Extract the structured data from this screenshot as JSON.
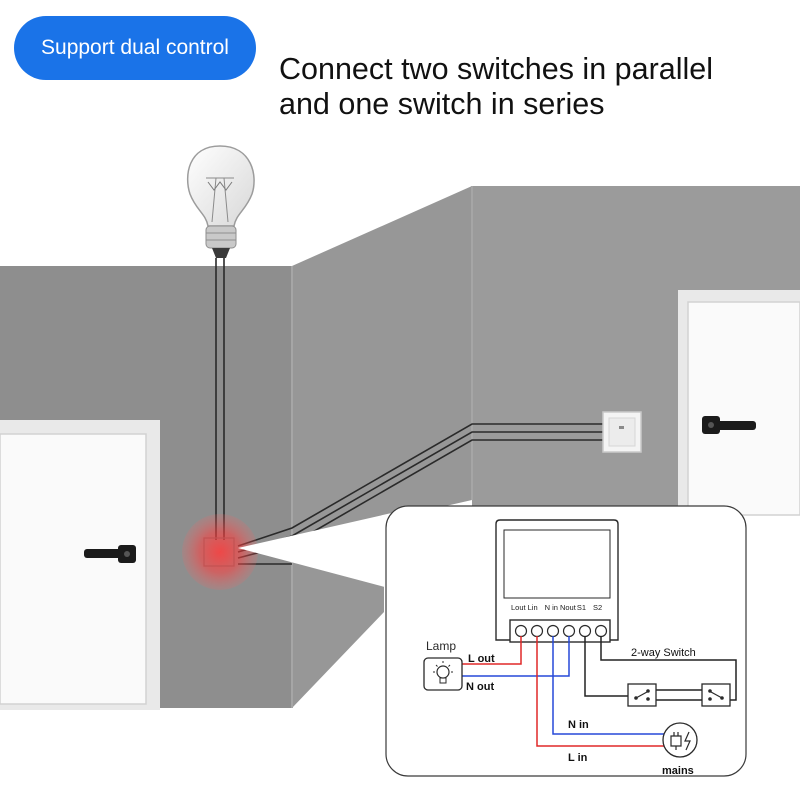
{
  "badge": {
    "label": "Support dual control",
    "color": "#1a73e8"
  },
  "headline": {
    "line1": "Connect two switches in parallel",
    "line2": "and one switch in series"
  },
  "wiring": {
    "module_terminals": [
      "Lout",
      "Lin",
      "N in",
      "Nout",
      "S1",
      "S2"
    ],
    "lamp_label": "Lamp",
    "l_out_label": "L out",
    "n_out_label": "N out",
    "switch_label": "2-way Switch",
    "n_in_label": "N in",
    "l_in_label": "L in",
    "mains_label": "mains",
    "colors": {
      "live": "#e02828",
      "neutral": "#2649d8",
      "switch": "#222222"
    }
  },
  "icons": [
    "light-bulb-icon",
    "wall-switch-icon",
    "door-handle-icon",
    "lamp-icon",
    "two-way-switch-icon",
    "mains-plug-icon"
  ]
}
